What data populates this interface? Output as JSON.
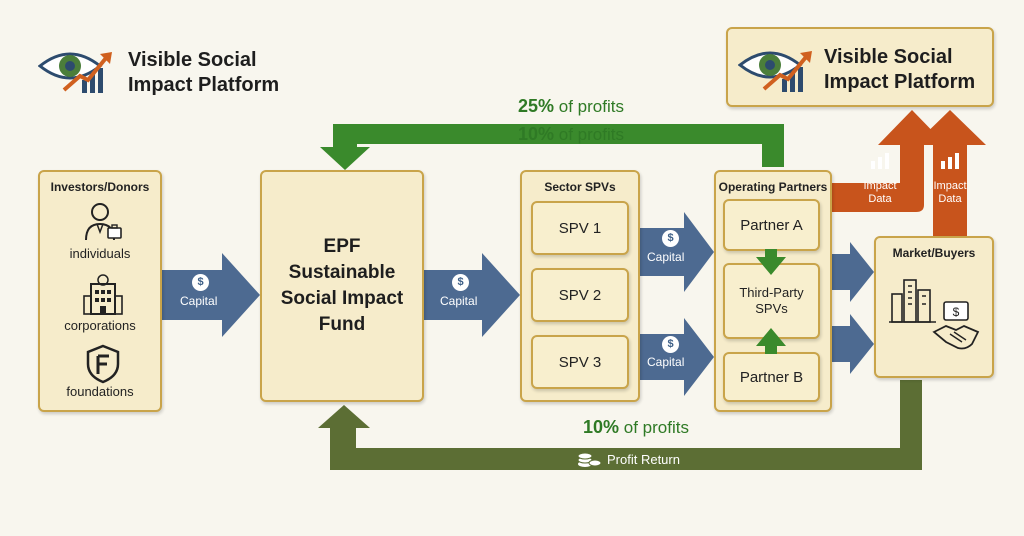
{
  "logo_left": {
    "line1": "Visible Social",
    "line2": "Impact Platform"
  },
  "logo_right": {
    "line1": "Visible Social",
    "line2": "Impact Platform"
  },
  "investors": {
    "title": "Investors/Donors",
    "items": [
      {
        "label": "individuals"
      },
      {
        "label": "corporations"
      },
      {
        "label": "foundations"
      }
    ]
  },
  "fund": {
    "line1": "EPF",
    "line2": "Sustainable",
    "line3": "Social Impact",
    "line4": "Fund"
  },
  "spvs": {
    "title": "Sector SPVs",
    "items": [
      "SPV 1",
      "SPV 2",
      "SPV 3"
    ]
  },
  "partners": {
    "title": "Operating Partners",
    "partner_a": "Partner A",
    "third_party_line1": "Third-Party",
    "third_party_line2": "SPVs",
    "partner_b": "Partner B"
  },
  "market": {
    "title": "Market/Buyers"
  },
  "flows": {
    "capital_symbol": "$",
    "capital_label": "Capital",
    "top_pct_1": "25%",
    "top_text_1": "of profits",
    "top_pct_2": "10%",
    "top_text_2": "of profits",
    "bottom_pct": "10%",
    "bottom_text": "of profits",
    "profit_return": "Profit Return",
    "impact_line1": "Impact",
    "impact_line2": "Data"
  },
  "colors": {
    "capital_arrow": "#4d6a91",
    "profit_green": "#3a8a2c",
    "return_olive": "#5c6e34",
    "impact_orange": "#c8541c",
    "box_fill": "#f6eccb",
    "box_border": "#c9a44a"
  },
  "icons": [
    "eye-growth-logo",
    "person-icon",
    "building-icon",
    "shield-f-icon",
    "city-icon",
    "handshake-icon",
    "coins-icon",
    "bar-chart-icon"
  ]
}
